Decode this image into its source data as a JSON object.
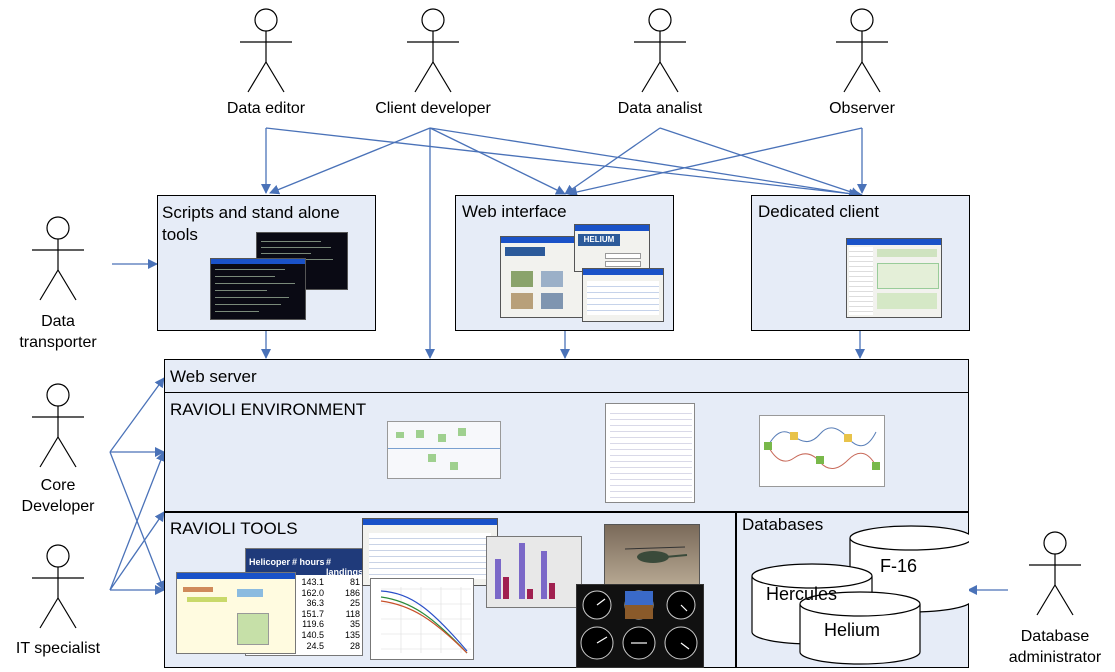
{
  "actors": {
    "data_editor": "Data editor",
    "client_developer": "Client developer",
    "data_analist": "Data analist",
    "observer": "Observer",
    "data_transporter": [
      "Data",
      "transporter"
    ],
    "core_developer": [
      "Core",
      "Developer"
    ],
    "it_specialist": "IT specialist",
    "database_administrator": [
      "Database",
      "administrator"
    ]
  },
  "boxes": {
    "scripts": [
      "Scripts and stand alone",
      "tools"
    ],
    "web_interface": "Web interface",
    "dedicated_client": "Dedicated client",
    "web_server": "Web server",
    "ravioli_environment": "RAVIOLI ENVIRONMENT",
    "ravioli_tools": "RAVIOLI TOOLS",
    "databases": "Databases"
  },
  "databases": [
    "F-16",
    "Hercules",
    "Helium"
  ],
  "thumbnails": {
    "helium_banner": "HELIUM",
    "table_headers": [
      "Helicoper",
      "# hours",
      "# landings"
    ],
    "table_hours": [
      "143.1",
      "162.0",
      "36.3",
      "151.7",
      "119.6",
      "140.5",
      "24.5"
    ],
    "table_landings": [
      "81",
      "186",
      "25",
      "118",
      "35",
      "135",
      "28"
    ]
  },
  "colors": {
    "box_fill": "#e6ecf7",
    "arrow": "#4a72b8",
    "table_header": "#1f3a7a"
  }
}
